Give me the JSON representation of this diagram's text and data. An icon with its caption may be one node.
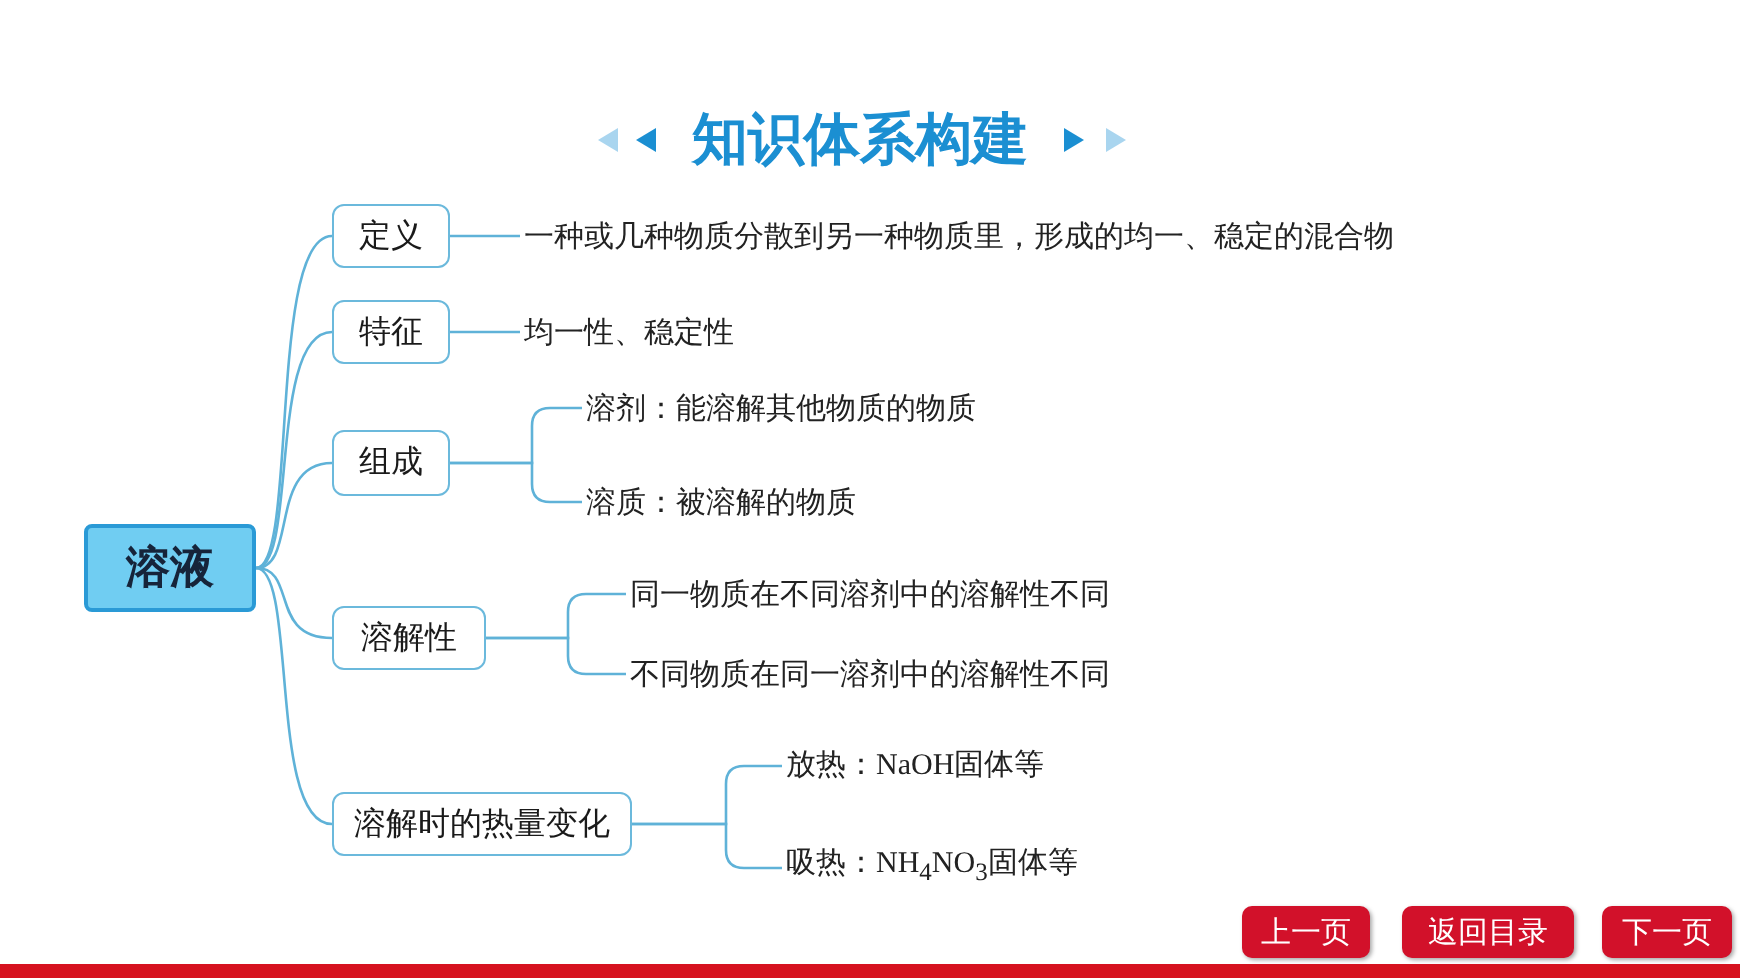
{
  "diagram": {
    "title": "知识体系构建",
    "nodes": [
      {
        "text": [
          "溶液"
        ]
      },
      {
        "text": [
          "定义"
        ]
      },
      {
        "text": [
          "一种或几种物质分散到另一种物质里，形成的均一、稳定的混合物"
        ]
      },
      {
        "text": [
          "特征"
        ]
      },
      {
        "text": [
          "均一性、稳定性"
        ]
      },
      {
        "text": [
          "组成"
        ]
      },
      {
        "text": [
          "溶剂：能溶解其他物质的物质"
        ]
      },
      {
        "text": [
          "溶质：被溶解的物质"
        ]
      },
      {
        "text": [
          "溶解性"
        ]
      },
      {
        "text": [
          "同一物质在不同溶剂中的溶解性不同"
        ]
      },
      {
        "text": [
          "不同物质在同一溶剂中的溶解性不同"
        ]
      },
      {
        "text": [
          "溶解时的热量变化"
        ]
      },
      {
        "text": [
          "放热：NaOH固体等"
        ]
      },
      {
        "text": [
          "吸热：NH$_{4}$NO$_{3}$固体等"
        ]
      }
    ],
    "edges": [
      {
        "from": 0,
        "to": 1,
        "arrow": "none"
      },
      {
        "from": 0,
        "to": 3,
        "arrow": "none"
      },
      {
        "from": 0,
        "to": 5,
        "arrow": "none"
      },
      {
        "from": 0,
        "to": 8,
        "arrow": "none"
      },
      {
        "from": 0,
        "to": 11,
        "arrow": "none"
      },
      {
        "from": 1,
        "to": 2,
        "arrow": "none"
      },
      {
        "from": 3,
        "to": 4,
        "arrow": "none"
      },
      {
        "from": 5,
        "to": 6,
        "arrow": "none"
      },
      {
        "from": 5,
        "to": 7,
        "arrow": "none"
      },
      {
        "from": 8,
        "to": 9,
        "arrow": "none"
      },
      {
        "from": 8,
        "to": 10,
        "arrow": "none"
      },
      {
        "from": 11,
        "to": 12,
        "arrow": "none"
      },
      {
        "from": 11,
        "to": 13,
        "arrow": "none"
      }
    ],
    "labels": [
      "上一页",
      "返回目录",
      "下一页"
    ]
  }
}
